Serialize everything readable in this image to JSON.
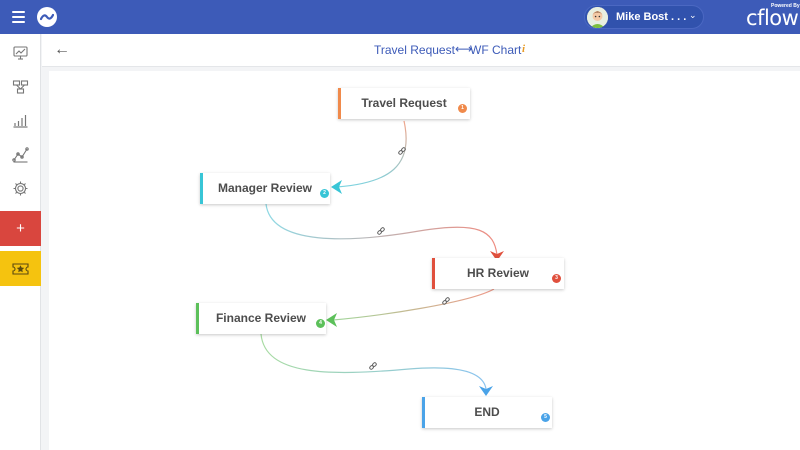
{
  "header": {
    "user_name": "Mike Bost . . .",
    "powered_by": "Powered By",
    "brand": "cflow"
  },
  "subheader": {
    "title_left": "Travel Request",
    "title_arrow": "⟷",
    "title_right": "WF Chart",
    "info": "i"
  },
  "sidebar": {
    "plus_label": "+"
  },
  "workflow": {
    "nodes": [
      {
        "label": "Travel Request",
        "badge": "1",
        "color": "#f08a4b"
      },
      {
        "label": "Manager Review",
        "badge": "2",
        "color": "#38c5d6"
      },
      {
        "label": "HR Review",
        "badge": "3",
        "color": "#e0503d"
      },
      {
        "label": "Finance Review",
        "badge": "4",
        "color": "#5cc05a"
      },
      {
        "label": "END",
        "badge": "5",
        "color": "#4aa3e8"
      }
    ]
  },
  "colors": {
    "topbar": "#3d5bb8",
    "accent_red": "#d9463e",
    "accent_yellow": "#f5c30f"
  }
}
